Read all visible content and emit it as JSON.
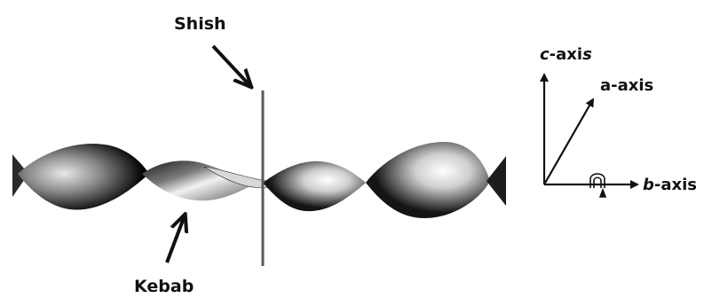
{
  "labels": {
    "shish": "Shish",
    "kebab": "Kebab"
  },
  "axes": {
    "c_axis": {
      "letter": "c",
      "rest": "-axi",
      "tail": "s"
    },
    "a_axis": "a-axis",
    "b_axis": {
      "letter": "b",
      "rest": "-axis"
    }
  },
  "colors": {
    "ribbon_dark": "#050505",
    "ribbon_light": "#f4f4f4",
    "line": "#111111",
    "shish_rod": "#555555"
  }
}
